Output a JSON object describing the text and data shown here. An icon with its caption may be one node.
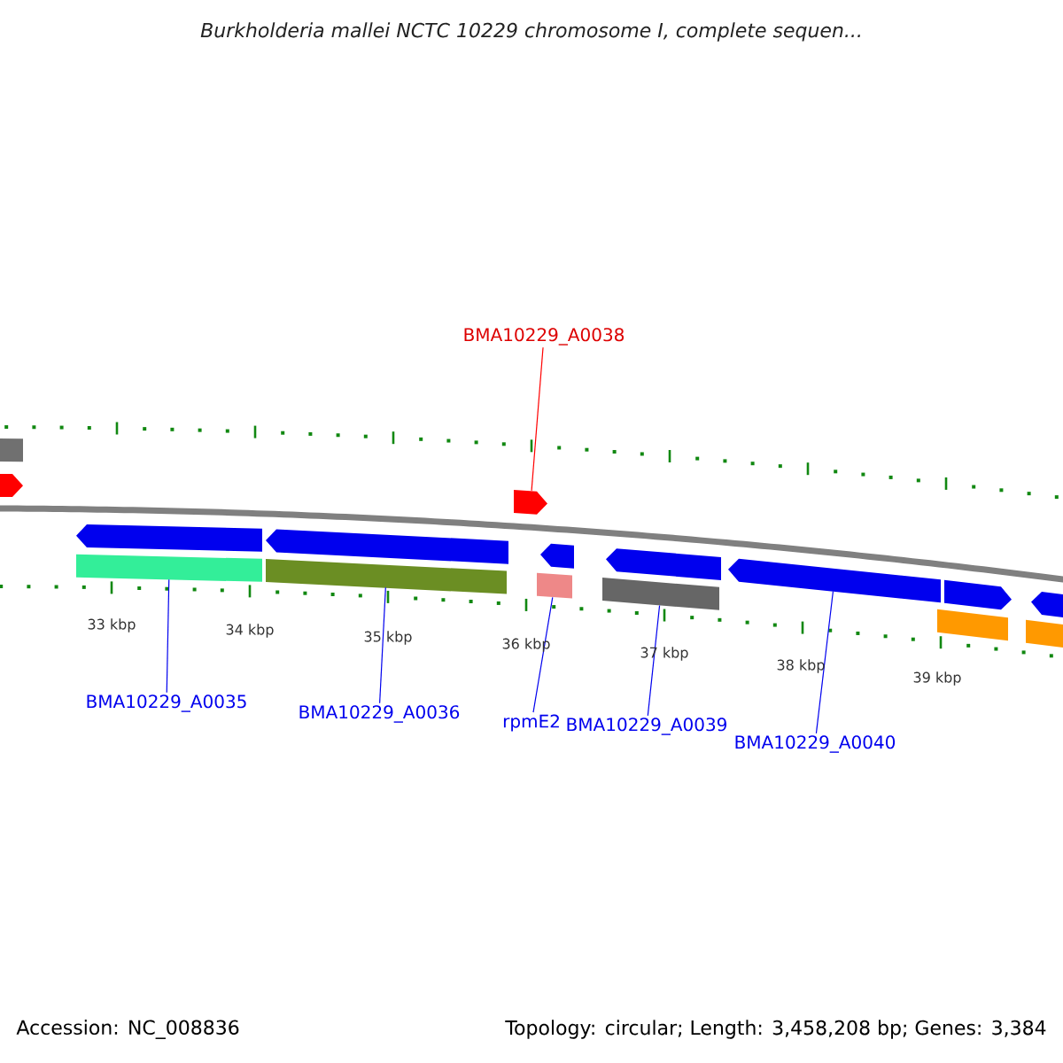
{
  "diagram": {
    "title": "Burkholderia mallei NCTC 10229 chromosome I, complete sequen...",
    "nodes": [
      {
        "text": [
          "BMA10229_A0038"
        ]
      },
      {
        "text": [],
        "shape": "bar"
      },
      {
        "text": [],
        "shape": "pentagon"
      },
      {
        "text": [],
        "shape": "pentagon"
      },
      {
        "text": [],
        "shape": "pentagon"
      },
      {
        "text": [],
        "shape": "bar"
      },
      {
        "text": [],
        "shape": "pentagon"
      },
      {
        "text": [],
        "shape": "bar"
      },
      {
        "text": [],
        "shape": "pentagon"
      },
      {
        "text": [],
        "shape": "bar"
      },
      {
        "text": [],
        "shape": "pentagon"
      },
      {
        "text": [],
        "shape": "bar"
      },
      {
        "text": [],
        "shape": "pentagon"
      },
      {
        "text": [],
        "shape": "pentagon"
      },
      {
        "text": [],
        "shape": "bar"
      },
      {
        "text": [],
        "shape": "pentagon"
      },
      {
        "text": [],
        "shape": "bar"
      },
      {
        "text": [
          "BMA10229_A0035"
        ]
      },
      {
        "text": [
          "BMA10229_A0036"
        ]
      },
      {
        "text": [
          "rpmE2"
        ]
      },
      {
        "text": [
          "BMA10229_A0039"
        ]
      },
      {
        "text": [
          "BMA10229_A0040"
        ]
      }
    ],
    "edges": [
      {
        "from": 0,
        "to": 3,
        "arrow": "none",
        "color": "#ff0000"
      },
      {
        "from": 17,
        "to": 5,
        "arrow": "none"
      },
      {
        "from": 18,
        "to": 7,
        "arrow": "none"
      },
      {
        "from": 19,
        "to": 9,
        "arrow": "none"
      },
      {
        "from": 20,
        "to": 11,
        "arrow": "none"
      },
      {
        "from": 21,
        "to": 12,
        "arrow": "none"
      }
    ],
    "labels": [
      "33 kbp",
      "34 kbp",
      "35 kbp",
      "36 kbp",
      "37 kbp",
      "38 kbp",
      "39 kbp",
      "Accession: NC_008836",
      "Topology: circular; Length: 3,458,208 bp; Genes: 3,384"
    ]
  }
}
